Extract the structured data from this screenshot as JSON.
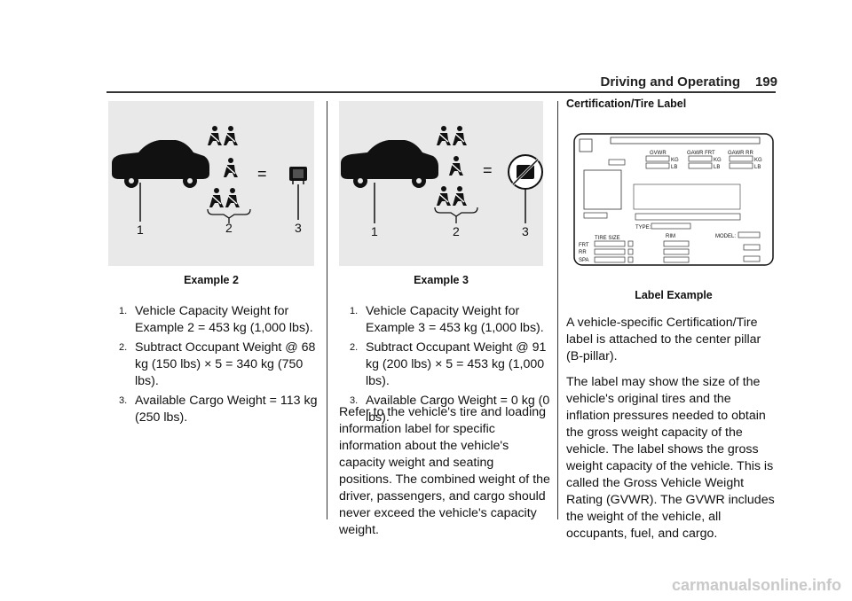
{
  "header": {
    "title": "Driving and Operating",
    "page_number": "199"
  },
  "figure1": {
    "labels": [
      "1",
      "2",
      "3"
    ],
    "caption": "Example 2"
  },
  "figure2": {
    "labels": [
      "1",
      "2",
      "3"
    ],
    "caption": "Example 3"
  },
  "list1": [
    {
      "num": "1.",
      "text": "Vehicle Capacity Weight for Example 2 = 453 kg (1,000 lbs)."
    },
    {
      "num": "2.",
      "text": "Subtract Occupant Weight @ 68 kg (150 lbs) × 5 = 340 kg (750 lbs)."
    },
    {
      "num": "3.",
      "text": "Available Cargo Weight = 113 kg (250 lbs)."
    }
  ],
  "list2": [
    {
      "num": "1.",
      "text": "Vehicle Capacity Weight for Example 3 = 453 kg (1,000 lbs)."
    },
    {
      "num": "2.",
      "text": "Subtract Occupant Weight @ 91 kg (200 lbs) × 5 = 453 kg (1,000 lbs)."
    },
    {
      "num": "3.",
      "text": "Available Cargo Weight = 0 kg (0 lbs)."
    }
  ],
  "mid_paragraph": "Refer to the vehicle's tire and loading information label for specific information about the vehicle's capacity weight and seating positions. The combined weight of the driver, passengers, and cargo should never exceed the vehicle's capacity weight.",
  "right": {
    "section_title": "Certification/Tire Label",
    "label_fields": {
      "gvwr": "GVWR",
      "gawr_frt": "GAWR FRT",
      "gawr_rr": "GAWR RR",
      "kg": "KG",
      "lb": "LB",
      "type": "TYPE:",
      "tire_size": "TIRE SIZE",
      "rim": "RIM",
      "model": "MODEL:",
      "frt": "FRT",
      "rr": "RR",
      "spa": "SPA"
    },
    "figure_caption": "Label Example",
    "para1": "A vehicle-specific Certification/Tire label is attached to the center pillar (B-pillar).",
    "para2": "The label may show the size of the vehicle's original tires and the inflation pressures needed to obtain the gross weight capacity of the vehicle. The label shows the gross weight capacity of the vehicle. This is called the Gross Vehicle Weight Rating (GVWR). The GVWR includes the weight of the vehicle, all occupants, fuel, and cargo."
  },
  "watermark": "carmanualsonline.info"
}
